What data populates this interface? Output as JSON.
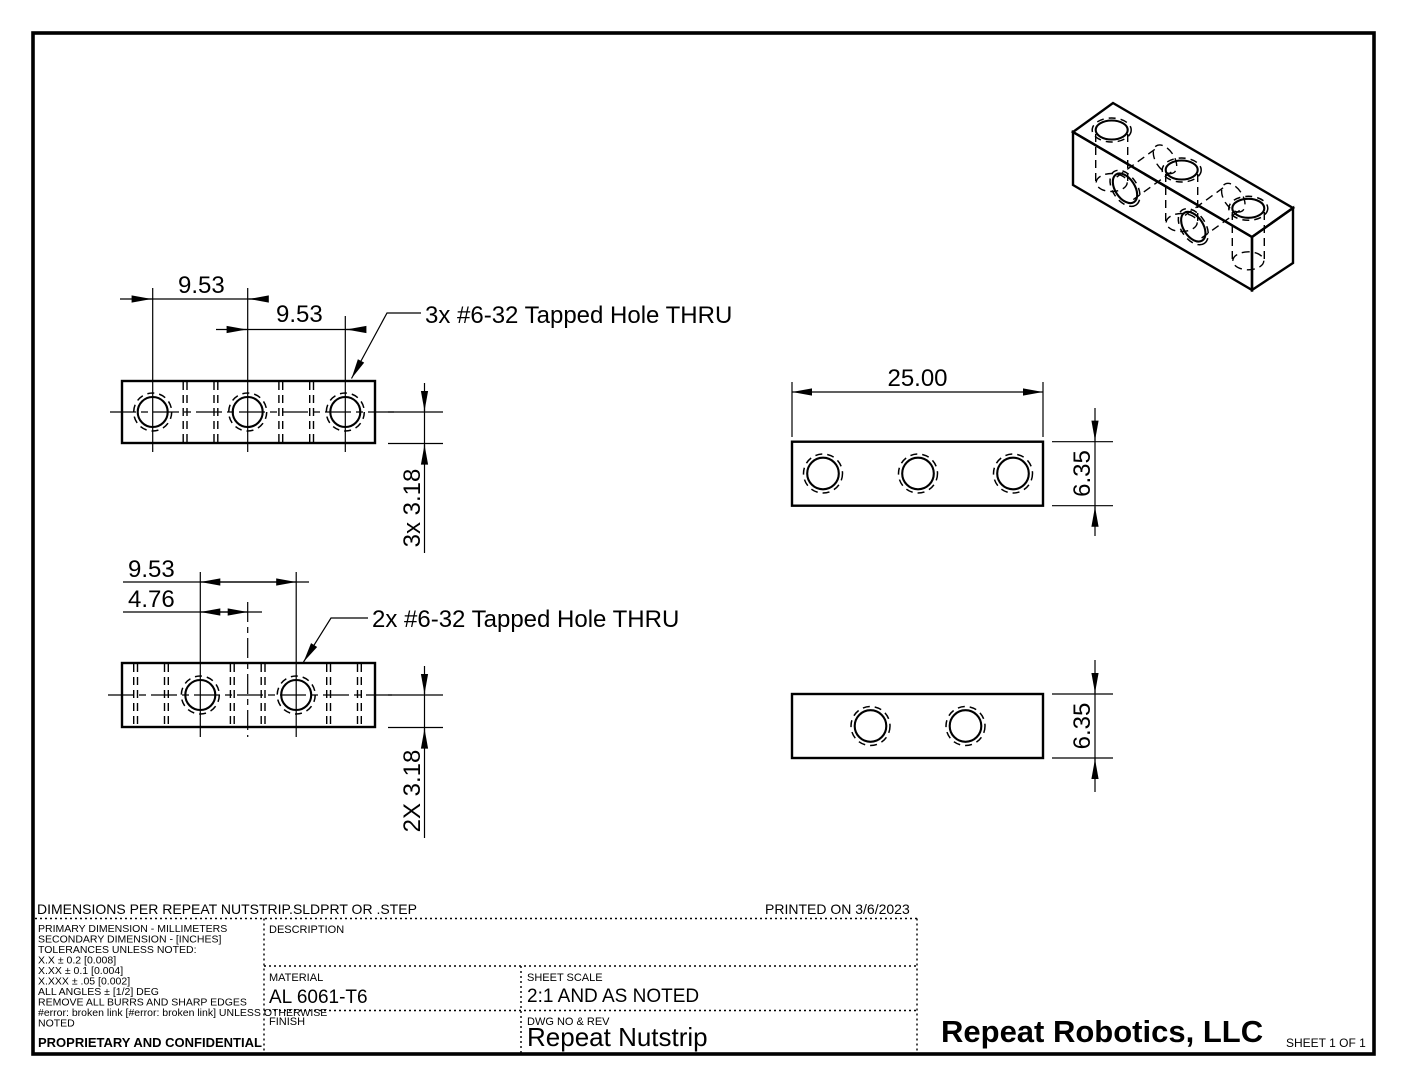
{
  "views": {
    "front3": {
      "dim_a": "9.53",
      "dim_b": "9.53",
      "callout": "3x #6-32 Tapped Hole THRU",
      "thickness": "3x 3.18"
    },
    "front2": {
      "dim_a": "9.53",
      "dim_b": "4.76",
      "callout": "2x #6-32 Tapped Hole THRU",
      "thickness": "2X 3.18"
    },
    "top3": {
      "length": "25.00",
      "width": "6.35"
    },
    "top2": {
      "width": "6.35"
    }
  },
  "title_block": {
    "header_note": "DIMENSIONS PER REPEAT NUTSTRIP.SLDPRT OR .STEP",
    "printed": "PRINTED ON 3/6/2023",
    "notes": [
      "PRIMARY DIMENSION - MILLIMETERS",
      "SECONDARY DIMENSION - [INCHES]",
      "TOLERANCES UNLESS NOTED:",
      "X.X ± 0.2 [0.008]",
      "X.XX ± 0.1 [0.004]",
      "X.XXX ± .05 [0.002]",
      "ALL ANGLES ± [1/2] DEG",
      "REMOVE ALL BURRS AND SHARP EDGES",
      "#error: broken link [#error: broken link] UNLESS OTHERWISE",
      "NOTED"
    ],
    "proprietary": "PROPRIETARY AND CONFIDENTIAL",
    "description_label": "DESCRIPTION",
    "material_label": "MATERIAL",
    "material": "AL 6061-T6",
    "finish_label": "FINISH",
    "scale_label": "SHEET SCALE",
    "scale": "2:1 AND AS NOTED",
    "dwg_label": "DWG  NO & REV",
    "dwg": "Repeat Nutstrip",
    "company": "Repeat Robotics, LLC",
    "sheet": "SHEET 1 OF 1"
  }
}
